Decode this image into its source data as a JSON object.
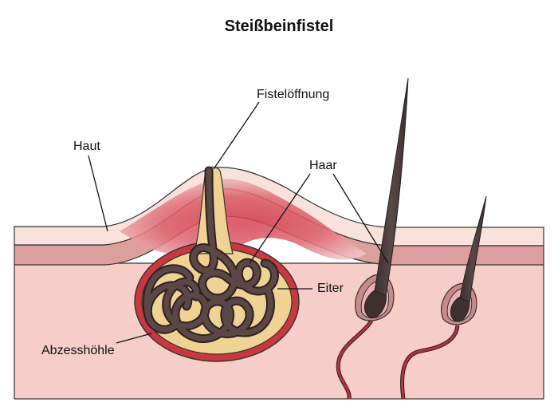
{
  "title": "Steißbeinfistel",
  "labels": {
    "haut": "Haut",
    "fisteloeffnung": "Fistelöffnung",
    "haar": "Haar",
    "eiter": "Eiter",
    "abszesshoehle": "Abzesshöhle"
  },
  "colors": {
    "epidermis": "#f7e3dc",
    "dermis": "#dba29d",
    "subcutis": "#f6cdc7",
    "inflammation": "#d9505c",
    "pus": "#f0d292",
    "hair": "#4a3b3a",
    "vessel": "#b9323c",
    "outline": "#333333"
  }
}
